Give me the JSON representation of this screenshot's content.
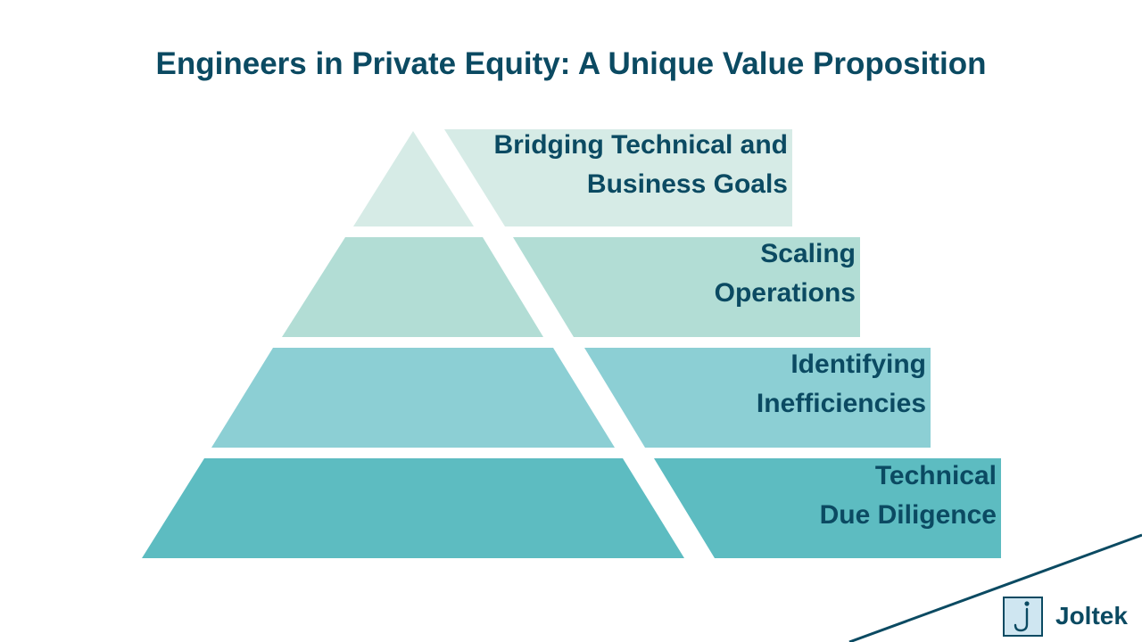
{
  "title": "Engineers in Private Equity: A Unique Value Proposition",
  "tiers": [
    {
      "line1": "Bridging Technical and",
      "line2": "Business Goals",
      "color": "#d6ebe6"
    },
    {
      "line1": "Scaling",
      "line2": "Operations",
      "color": "#b2ddd5"
    },
    {
      "line1": "Identifying",
      "line2": "Inefficiencies",
      "color": "#8ccfd4"
    },
    {
      "line1": "Technical",
      "line2": "Due Diligence",
      "color": "#5dbcc1"
    }
  ],
  "brand": {
    "logo_icon": "j-hook-logo-icon",
    "name": "Joltek",
    "color": "#0b4a62"
  }
}
